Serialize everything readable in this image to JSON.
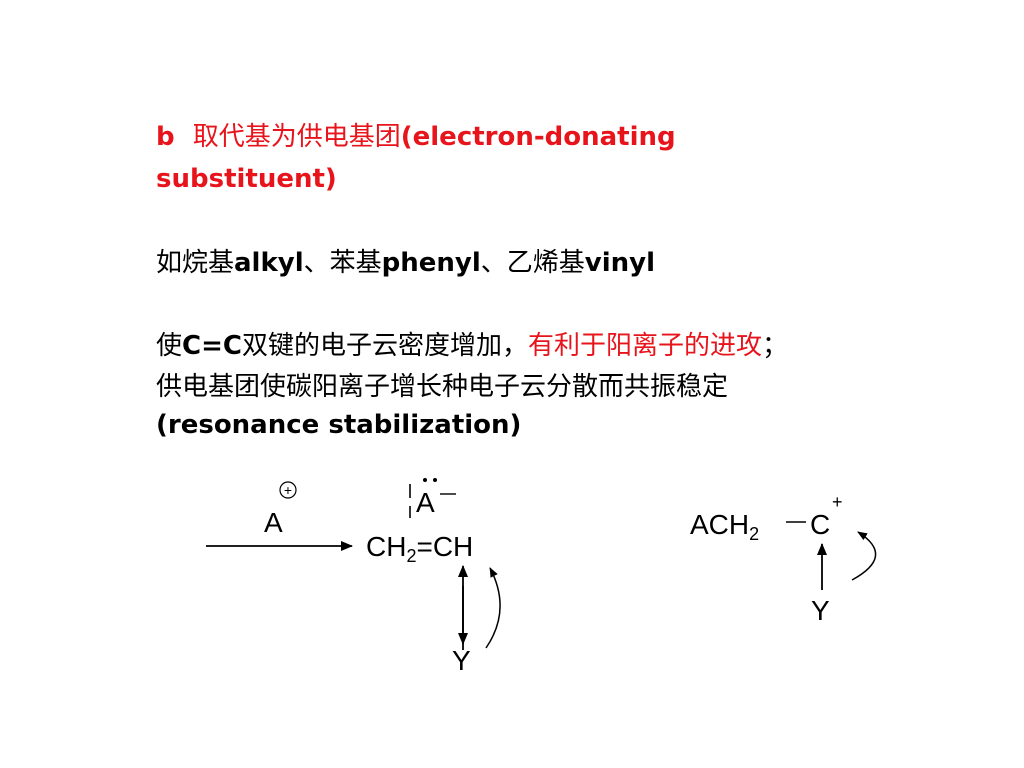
{
  "heading": {
    "marker": "b",
    "zh": "取代基为供电基团",
    "en_open": "(electron-donating",
    "en_close": "substituent)"
  },
  "examples": {
    "prefix": "如烷基",
    "alkyl": "alkyl",
    "sep1": "、苯基",
    "phenyl": "phenyl",
    "sep2": "、乙烯基",
    "vinyl": "vinyl"
  },
  "effect": {
    "prefix": "使",
    "bond": "C=C",
    "mid": "双键的电子云密度增加，",
    "highlight": "有利于阳离子的进攻",
    "end": "；",
    "line2": "供电基团使碳阳离子增长种电子云分散而共振稳定",
    "line3": "(resonance stabilization)"
  },
  "scheme_left": {
    "electrophile": "A",
    "charge": "+",
    "added_group": "A",
    "chain": "CH",
    "subscript": "2",
    "chain_end": "=CH",
    "substituent": "Y"
  },
  "scheme_right": {
    "chain": "ACH",
    "subscript": "2",
    "carbon": "C",
    "charge": "+",
    "substituent": "Y"
  },
  "colors": {
    "accent": "#e8141b",
    "text": "#000000",
    "background": "#ffffff"
  }
}
